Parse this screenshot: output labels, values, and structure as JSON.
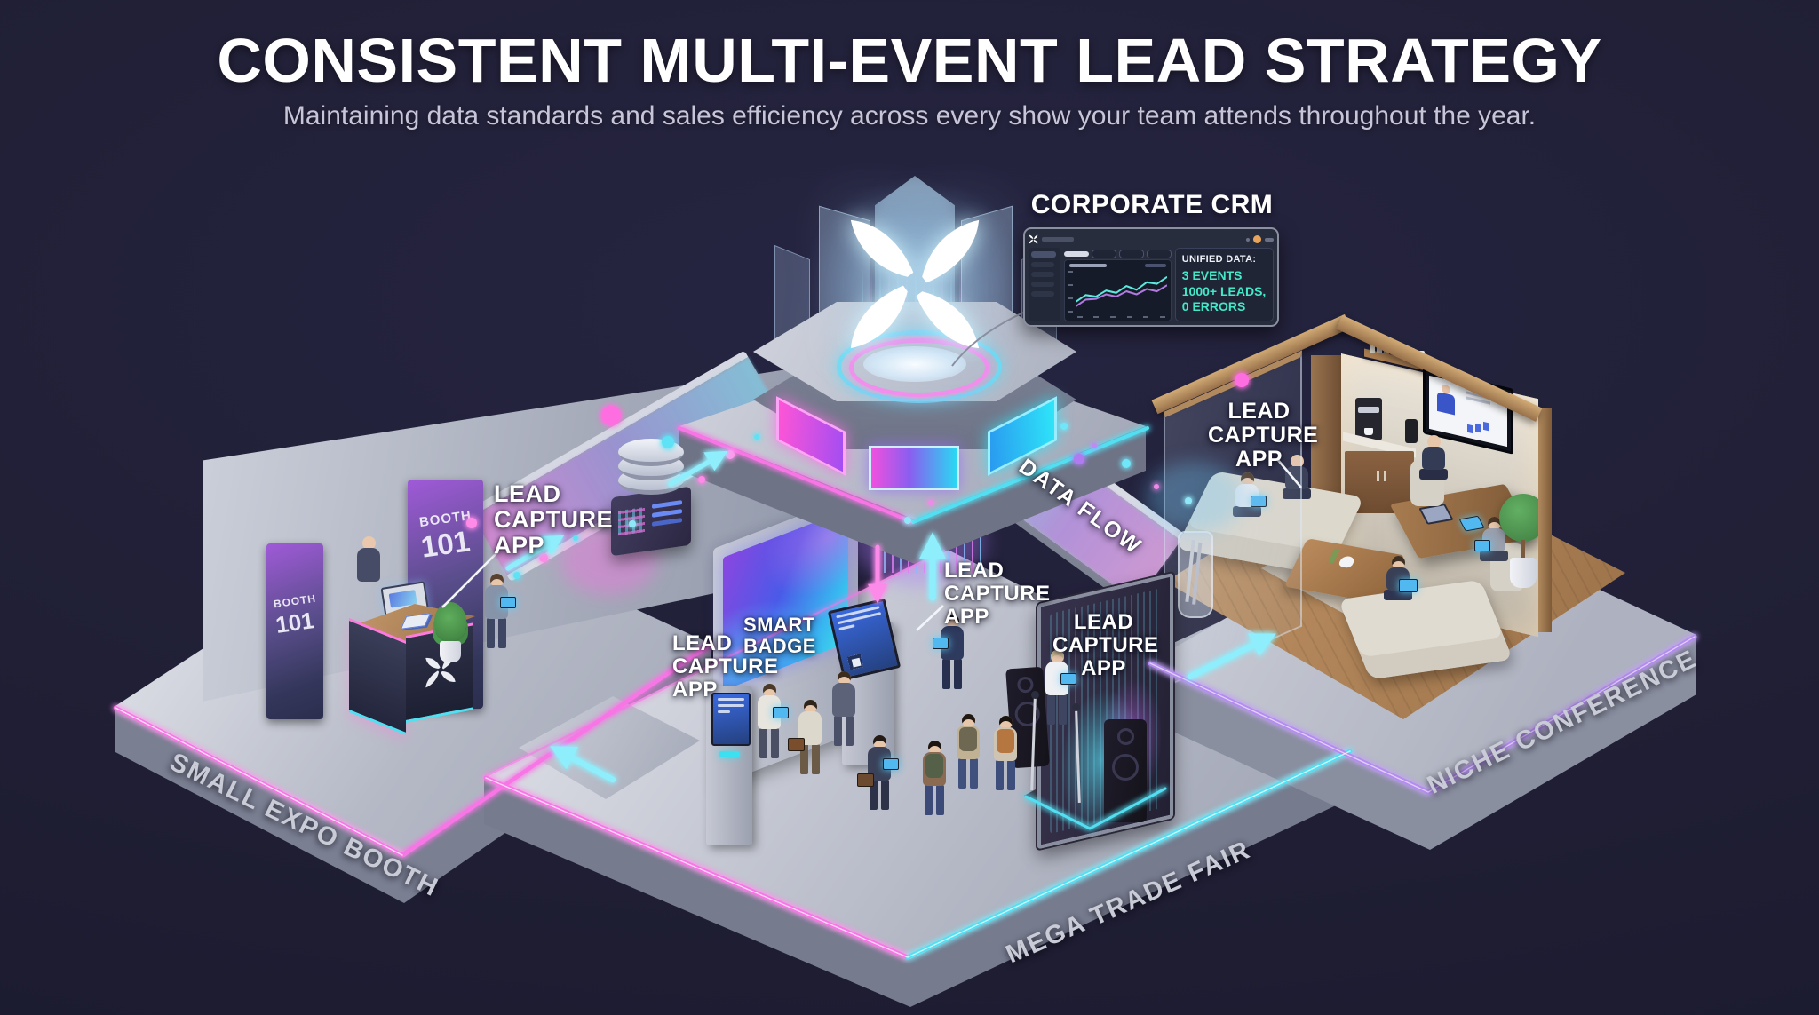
{
  "header": {
    "title": "CONSISTENT MULTI-EVENT LEAD STRATEGY",
    "subtitle": "Maintaining data standards and sales efficiency across every show your team attends throughout the year."
  },
  "crm": {
    "title": "CORPORATE CRM",
    "unified_heading": "UNIFIED DATA:",
    "stat_events": "3 EVENTS",
    "stat_leads": "1000+ LEADS,",
    "stat_errors": "0 ERRORS"
  },
  "crm_chart": {
    "type": "line",
    "series": [
      {
        "name": "teal-line",
        "color": "#5ce8dc",
        "values": [
          28,
          46,
          42,
          58,
          52,
          70,
          60,
          80,
          76,
          94
        ]
      },
      {
        "name": "purple-line",
        "color": "#b07ae0",
        "values": [
          16,
          34,
          36,
          48,
          42,
          56,
          48,
          62,
          56,
          72
        ]
      }
    ],
    "x_ticks": 6,
    "grid": false,
    "legend": "none"
  },
  "labels": {
    "lead_capture_app": "LEAD CAPTURE APP",
    "smart_badge": "SMART BADGE",
    "data_flow": "DATA FLOW"
  },
  "booth_banner": {
    "line1": "BOOTH",
    "line2": "101"
  },
  "areas": {
    "expo": "SMALL EXPO BOOTH",
    "fair": "MEGA TRADE FAIR",
    "conference": "NICHE CONFERENCE"
  },
  "colors": {
    "background": "#201f35",
    "neon_pink": "#f874e6",
    "neon_cyan": "#52dff2",
    "neon_purple": "#b48cf0",
    "stat_teal": "#43e8c9"
  }
}
